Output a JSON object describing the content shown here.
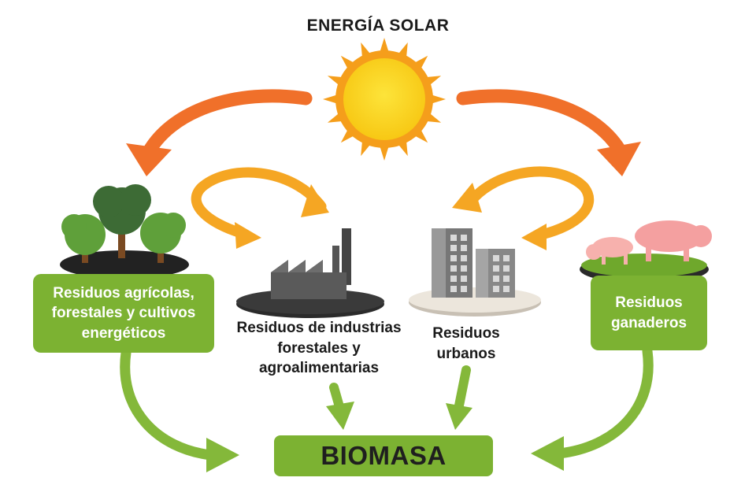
{
  "diagram": {
    "source_label": "ENERGÍA SOLAR",
    "nodes": {
      "agricultural": {
        "label": "Residuos agrícolas,\nforestales y cultivos\nenergéticos"
      },
      "industrial": {
        "label": "Residuos de industrias\nforestales y\nagroalimentarias"
      },
      "urban": {
        "label": "Residuos\nurbanos"
      },
      "livestock": {
        "label": "Residuos\nganaderos"
      }
    },
    "target_label": "BIOMASA",
    "colors": {
      "sun_rays": "#f59e1b",
      "sun_core": "#fcd116",
      "arrow_primary": "#f0702a",
      "arrow_secondary": "#f5a623",
      "arrow_green": "#84b83a",
      "box_green": "#7cb232",
      "platform_dark": "#2b2b2b",
      "grass": "#6fa82c"
    },
    "edges": [
      {
        "from": "source",
        "to": "agricultural"
      },
      {
        "from": "source",
        "to": "livestock"
      },
      {
        "from": "source",
        "to": "industrial"
      },
      {
        "from": "source",
        "to": "urban"
      },
      {
        "from": "agricultural",
        "to": "target"
      },
      {
        "from": "industrial",
        "to": "target"
      },
      {
        "from": "urban",
        "to": "target"
      },
      {
        "from": "livestock",
        "to": "target"
      }
    ]
  }
}
